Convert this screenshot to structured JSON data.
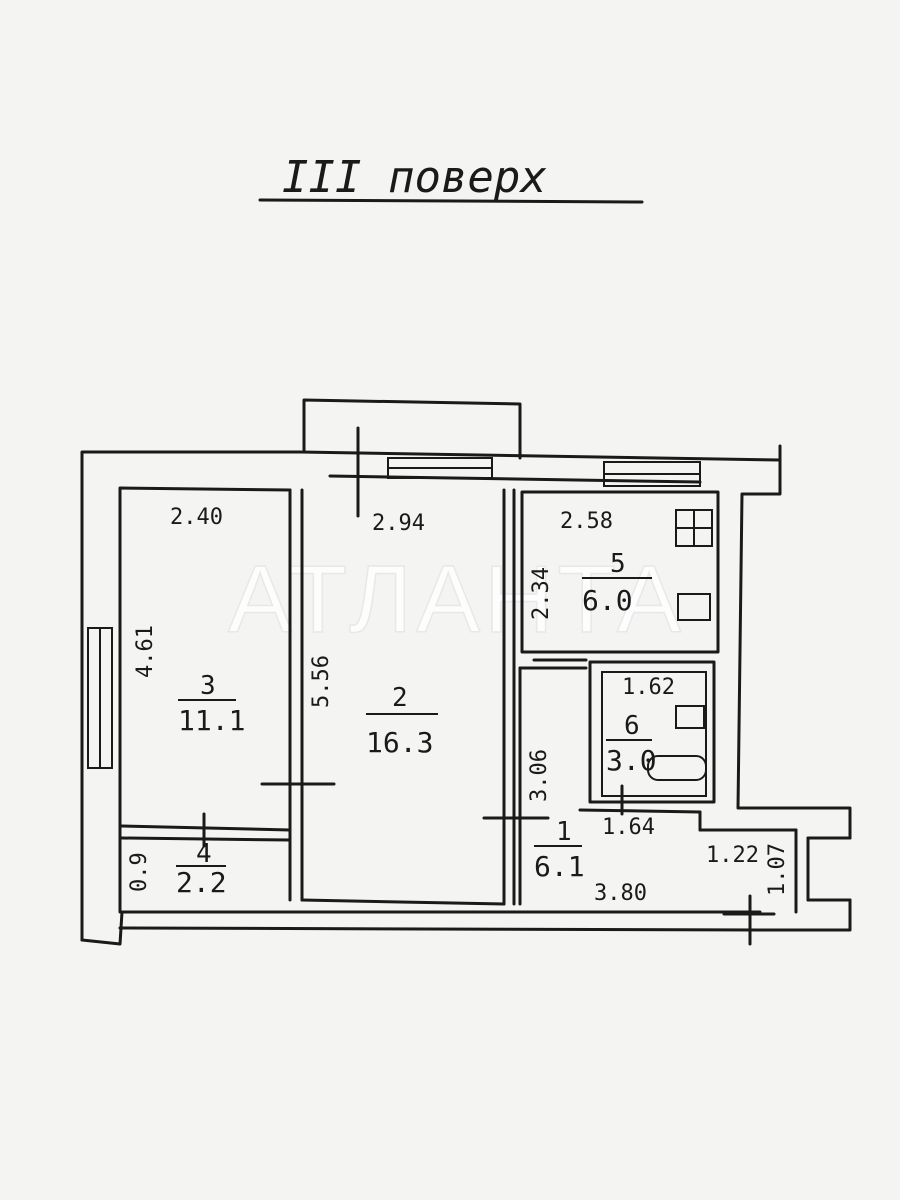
{
  "floor_title": "III поверх",
  "watermark": "АТЛАНТА",
  "colors": {
    "paper": "#f4f4f2",
    "ink": "#1a1a1a"
  },
  "rooms": [
    {
      "id": "room-3",
      "number": "3",
      "area": "11.1"
    },
    {
      "id": "room-2",
      "number": "2",
      "area": "16.3"
    },
    {
      "id": "room-5",
      "number": "5",
      "area": "6.0"
    },
    {
      "id": "room-6",
      "number": "6",
      "area": "3.0"
    },
    {
      "id": "room-1",
      "number": "1",
      "area": "6.1"
    },
    {
      "id": "room-4",
      "number": "4",
      "area": "2.2"
    }
  ],
  "dimensions": {
    "room3_width": "2.40",
    "room3_length": "4.61",
    "room2_width": "2.94",
    "room2_length": "5.56",
    "kitchen_width": "2.58",
    "kitchen_length": "2.34",
    "bath_width": "1.62",
    "hall_length": "3.06",
    "hall_width_mid": "1.64",
    "hall_width": "3.80",
    "storage_depth": "0.9",
    "entry_width": "1.22",
    "entry_length": "1.07"
  }
}
